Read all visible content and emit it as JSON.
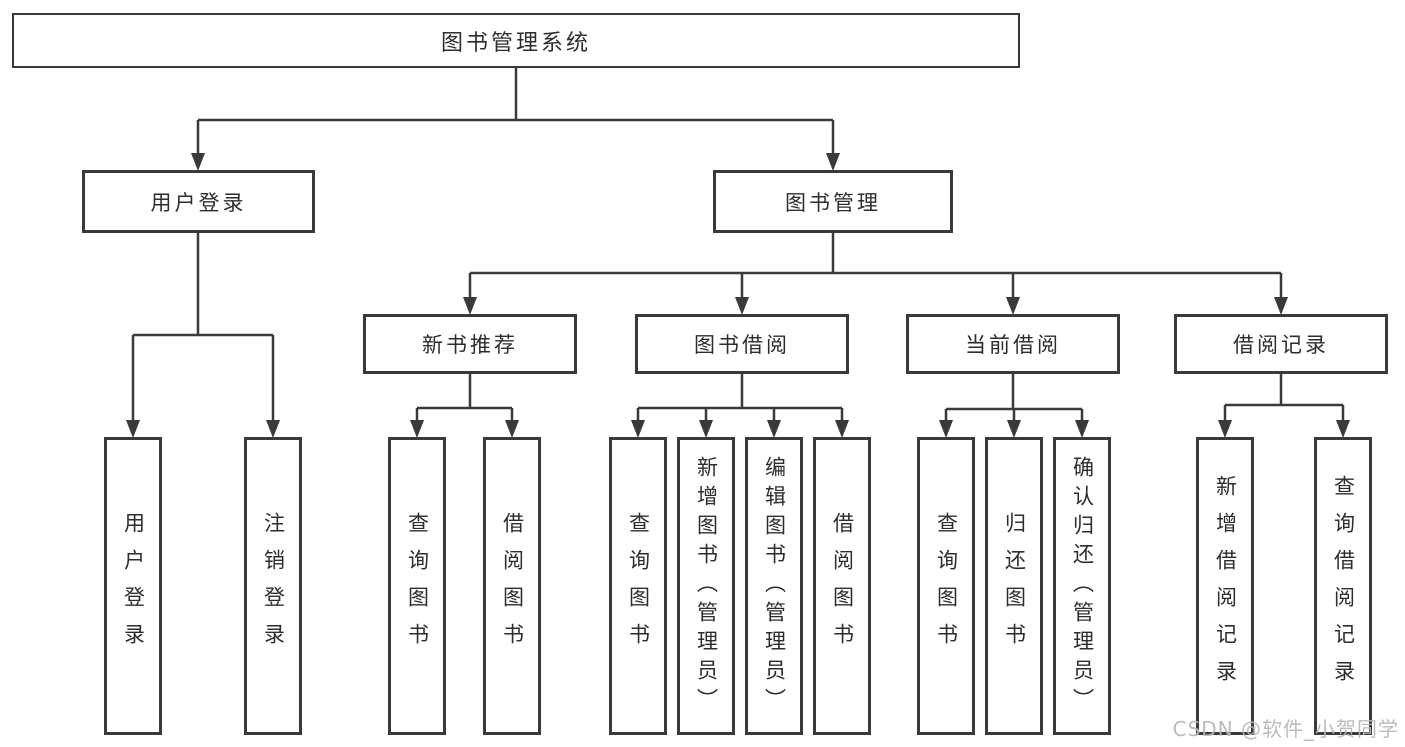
{
  "tree": {
    "root": {
      "label": "图书管理系统"
    },
    "level2": [
      {
        "label": "用户登录"
      },
      {
        "label": "图书管理"
      }
    ],
    "level3": [
      {
        "label": "新书推荐"
      },
      {
        "label": "图书借阅"
      },
      {
        "label": "当前借阅"
      },
      {
        "label": "借阅记录"
      }
    ],
    "leaves": {
      "user_login": [
        {
          "label": "用户登录"
        },
        {
          "label": "注销登录"
        }
      ],
      "new_book_rec": [
        {
          "label": "查询图书"
        },
        {
          "label": "借阅图书"
        }
      ],
      "book_borrow": [
        {
          "label": "查询图书"
        },
        {
          "label": "新增图书（管理员）"
        },
        {
          "label": "编辑图书（管理员）"
        },
        {
          "label": "借阅图书"
        }
      ],
      "current_borrow": [
        {
          "label": "查询图书"
        },
        {
          "label": "归还图书"
        },
        {
          "label": "确认归还（管理员）"
        }
      ],
      "borrow_records": [
        {
          "label": "新增借阅记录"
        },
        {
          "label": "查询借阅记录"
        }
      ]
    }
  },
  "watermark": {
    "text": "CSDN @软件_小贺同学"
  },
  "colors": {
    "line": "#3a3a3a",
    "box_border": "#3a3a3a",
    "box_bg": "#ffffff",
    "page_bg": "#ffffff",
    "text": "#2d2d2d",
    "watermark": "#b7b7b7"
  }
}
